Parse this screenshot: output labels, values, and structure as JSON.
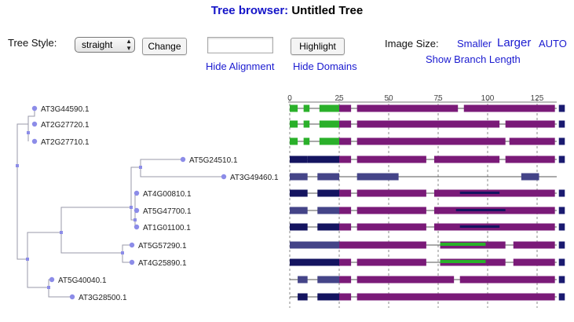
{
  "header": {
    "prefix": "Tree browser:",
    "tree_name": "Untitled Tree"
  },
  "controls": {
    "tree_style_label": "Tree Style:",
    "tree_style_value": "straight",
    "change_label": "Change",
    "highlight_value": "",
    "highlight_label": "Highlight",
    "hide_alignment": "Hide Alignment",
    "hide_domains": "Hide Domains",
    "image_size_label": "Image Size:",
    "smaller": "Smaller",
    "larger": "Larger",
    "auto": "AUTO",
    "show_branch_length": "Show Branch Length"
  },
  "colors": {
    "link": "#1a1ad0",
    "tree_line": "#9999aa",
    "node": "#8c8ce8",
    "domain_green": "#2ab02a",
    "domain_purple": "#7a1a78",
    "domain_navy": "#141460",
    "domain_slate": "#444488",
    "end_navy": "#1a1a70"
  },
  "scale_ticks": [
    "0",
    "25",
    "50",
    "75",
    "100",
    "125"
  ],
  "leaves": [
    "AT3G44590.1",
    "AT2G27720.1",
    "AT2G27710.1",
    "AT5G24510.1",
    "AT3G49460.1",
    "AT4G00810.1",
    "AT5G47700.1",
    "AT1G01100.1",
    "AT5G57290.1",
    "AT4G25890.1",
    "AT5G40040.1",
    "AT3G28500.1"
  ],
  "alignment_rows": [
    [
      [
        0,
        4,
        "green"
      ],
      [
        7,
        10,
        "green"
      ],
      [
        15,
        25,
        "green"
      ],
      [
        25,
        31,
        "purple"
      ],
      [
        34,
        85,
        "purple"
      ],
      [
        88,
        134,
        "purple"
      ],
      [
        136,
        139,
        "end"
      ]
    ],
    [
      [
        0,
        4,
        "green"
      ],
      [
        7,
        10,
        "green"
      ],
      [
        15,
        25,
        "green"
      ],
      [
        25,
        31,
        "purple"
      ],
      [
        34,
        106,
        "purple"
      ],
      [
        109,
        134,
        "purple"
      ],
      [
        136,
        139,
        "end"
      ]
    ],
    [
      [
        0,
        4,
        "green"
      ],
      [
        7,
        10,
        "green"
      ],
      [
        15,
        31,
        "green"
      ],
      [
        25,
        31,
        "purple"
      ],
      [
        34,
        109,
        "purple"
      ],
      [
        111,
        134,
        "purple"
      ],
      [
        136,
        139,
        "end"
      ]
    ],
    [
      [
        0,
        9,
        "navy"
      ],
      [
        9,
        25,
        "navy"
      ],
      [
        25,
        31,
        "purple"
      ],
      [
        34,
        69,
        "purple"
      ],
      [
        73,
        106,
        "purple"
      ],
      [
        109,
        134,
        "purple"
      ],
      [
        136,
        139,
        "end"
      ]
    ],
    [
      [
        0,
        9,
        "slate"
      ],
      [
        14,
        25,
        "slate"
      ],
      [
        34,
        55,
        "slate"
      ],
      [
        117,
        126,
        "slate"
      ]
    ],
    [
      [
        0,
        9,
        "navy"
      ],
      [
        14,
        25,
        "navy"
      ],
      [
        25,
        31,
        "purple"
      ],
      [
        34,
        69,
        "purple"
      ],
      [
        73,
        134,
        "purple"
      ],
      [
        86,
        106,
        "navy"
      ],
      [
        136,
        139,
        "end"
      ]
    ],
    [
      [
        0,
        9,
        "slate"
      ],
      [
        14,
        25,
        "slate"
      ],
      [
        25,
        31,
        "purple"
      ],
      [
        34,
        69,
        "purple"
      ],
      [
        73,
        134,
        "purple"
      ],
      [
        84,
        109,
        "navy"
      ],
      [
        136,
        139,
        "end"
      ]
    ],
    [
      [
        0,
        9,
        "navy"
      ],
      [
        14,
        25,
        "navy"
      ],
      [
        25,
        31,
        "purple"
      ],
      [
        34,
        69,
        "purple"
      ],
      [
        73,
        134,
        "purple"
      ],
      [
        86,
        106,
        "navy"
      ],
      [
        136,
        139,
        "end"
      ]
    ],
    [
      [
        0,
        25,
        "slate"
      ],
      [
        25,
        69,
        "purple"
      ],
      [
        76,
        99,
        "purple"
      ],
      [
        76,
        99,
        "green"
      ],
      [
        99,
        109,
        "purple"
      ],
      [
        113,
        134,
        "purple"
      ],
      [
        136,
        139,
        "end"
      ]
    ],
    [
      [
        0,
        25,
        "navy"
      ],
      [
        25,
        31,
        "purple"
      ],
      [
        34,
        69,
        "purple"
      ],
      [
        76,
        99,
        "purple"
      ],
      [
        76,
        99,
        "green"
      ],
      [
        99,
        109,
        "purple"
      ],
      [
        113,
        134,
        "purple"
      ],
      [
        136,
        139,
        "end"
      ]
    ],
    [
      [
        4,
        9,
        "slate"
      ],
      [
        14,
        25,
        "slate"
      ],
      [
        25,
        31,
        "purple"
      ],
      [
        34,
        83,
        "purple"
      ],
      [
        86,
        134,
        "purple"
      ],
      [
        136,
        139,
        "end"
      ]
    ],
    [
      [
        4,
        9,
        "navy"
      ],
      [
        14,
        25,
        "navy"
      ],
      [
        25,
        31,
        "purple"
      ],
      [
        34,
        134,
        "purple"
      ],
      [
        136,
        139,
        "end"
      ]
    ]
  ]
}
